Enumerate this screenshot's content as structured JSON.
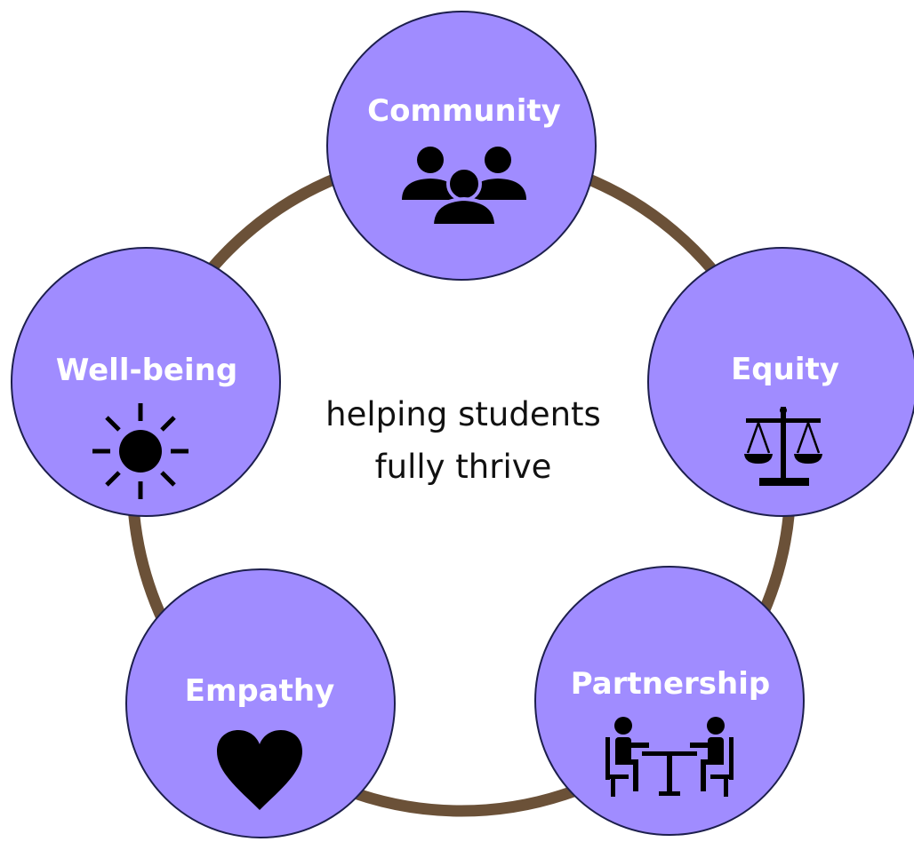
{
  "center": {
    "line1": "helping students",
    "line2": "fully thrive"
  },
  "nodes": [
    {
      "label": "Community",
      "icon": "people-group-icon"
    },
    {
      "label": "Equity",
      "icon": "scales-icon"
    },
    {
      "label": "Partnership",
      "icon": "meeting-table-icon"
    },
    {
      "label": "Empathy",
      "icon": "heart-icon"
    },
    {
      "label": "Well-being",
      "icon": "sun-icon"
    }
  ],
  "colors": {
    "node_fill": "#a08cff",
    "node_stroke": "#1d1f4d",
    "ring": "#6b5138",
    "label": "#ffffff",
    "icon": "#000000",
    "center_text": "#111111"
  }
}
